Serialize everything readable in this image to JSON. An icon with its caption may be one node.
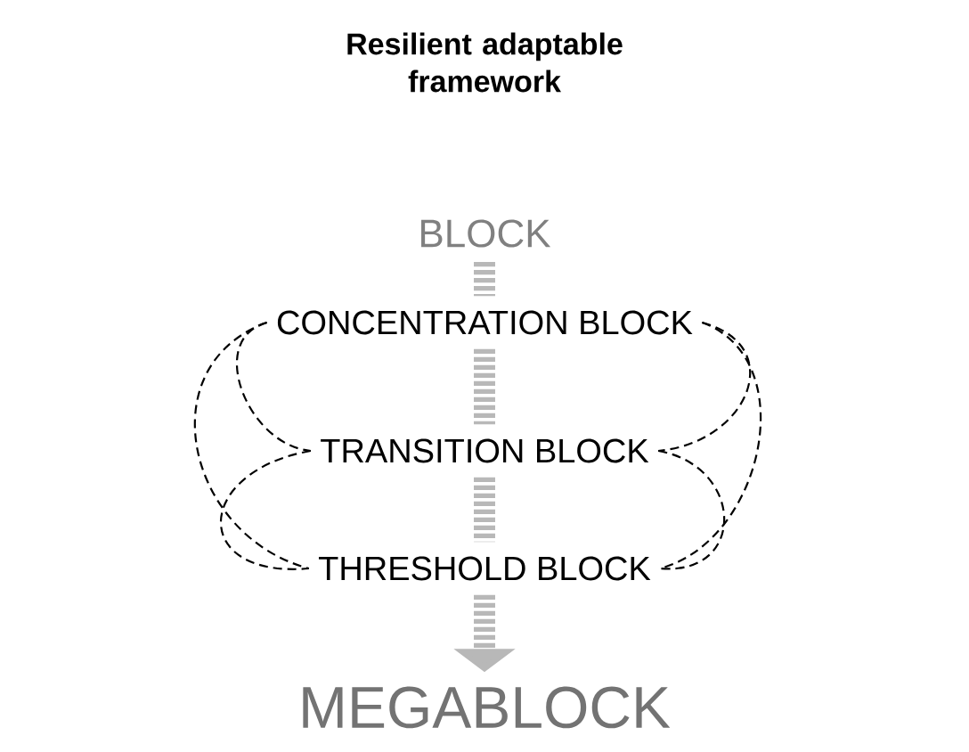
{
  "diagram": {
    "title": "Resilient adaptable framework",
    "nodes": [
      {
        "text": [
          "BLOCK"
        ]
      },
      {
        "text": [
          "CONCENTRATION BLOCK"
        ]
      },
      {
        "text": [
          "TRANSITION BLOCK"
        ]
      },
      {
        "text": [
          "THRESHOLD BLOCK"
        ]
      },
      {
        "text": [
          "MEGABLOCK"
        ]
      }
    ],
    "edges": [
      {
        "from": 0,
        "to": 1,
        "arrow": "none",
        "style": "dashed",
        "color": "#b8b8b8"
      },
      {
        "from": 1,
        "to": 2,
        "arrow": "none",
        "style": "dashed",
        "color": "#b8b8b8"
      },
      {
        "from": 2,
        "to": 3,
        "arrow": "none",
        "style": "dashed",
        "color": "#b8b8b8"
      },
      {
        "from": 3,
        "to": 4,
        "arrow": "to",
        "style": "dashed",
        "color": "#b8b8b8"
      },
      {
        "from": 1,
        "to": 2,
        "arrow": "none",
        "style": "dashed"
      },
      {
        "from": 1,
        "to": 3,
        "arrow": "none",
        "style": "dashed"
      },
      {
        "from": 2,
        "to": 3,
        "arrow": "none",
        "style": "dashed"
      },
      {
        "from": 1,
        "to": 2,
        "arrow": "none",
        "style": "dashed"
      },
      {
        "from": 1,
        "to": 3,
        "arrow": "none",
        "style": "dashed"
      },
      {
        "from": 2,
        "to": 3,
        "arrow": "none",
        "style": "dashed"
      }
    ]
  }
}
